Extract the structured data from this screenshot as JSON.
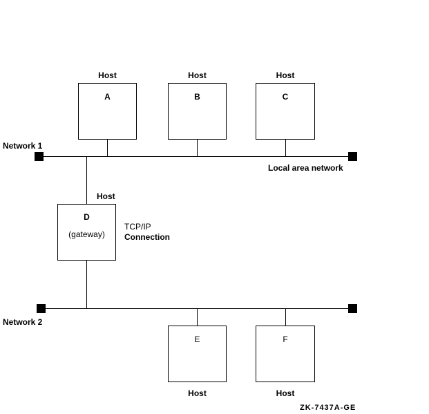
{
  "diagram": {
    "background": "#ffffff",
    "line_color": "#000000",
    "figure_id": "ZK-7437A-GE",
    "network1": {
      "label": "Network 1",
      "annotation": "Local area network"
    },
    "network2": {
      "label": "Network 2"
    },
    "top_hosts": [
      {
        "caption": "Host",
        "letter": "A"
      },
      {
        "caption": "Host",
        "letter": "B"
      },
      {
        "caption": "Host",
        "letter": "C"
      }
    ],
    "gateway_host": {
      "caption": "Host",
      "letter": "D",
      "role": "(gateway)",
      "connection_line1": "TCP/IP",
      "connection_line2": "Connection"
    },
    "bottom_hosts": [
      {
        "letter": "E",
        "caption": "Host"
      },
      {
        "letter": "F",
        "caption": "Host"
      }
    ]
  }
}
